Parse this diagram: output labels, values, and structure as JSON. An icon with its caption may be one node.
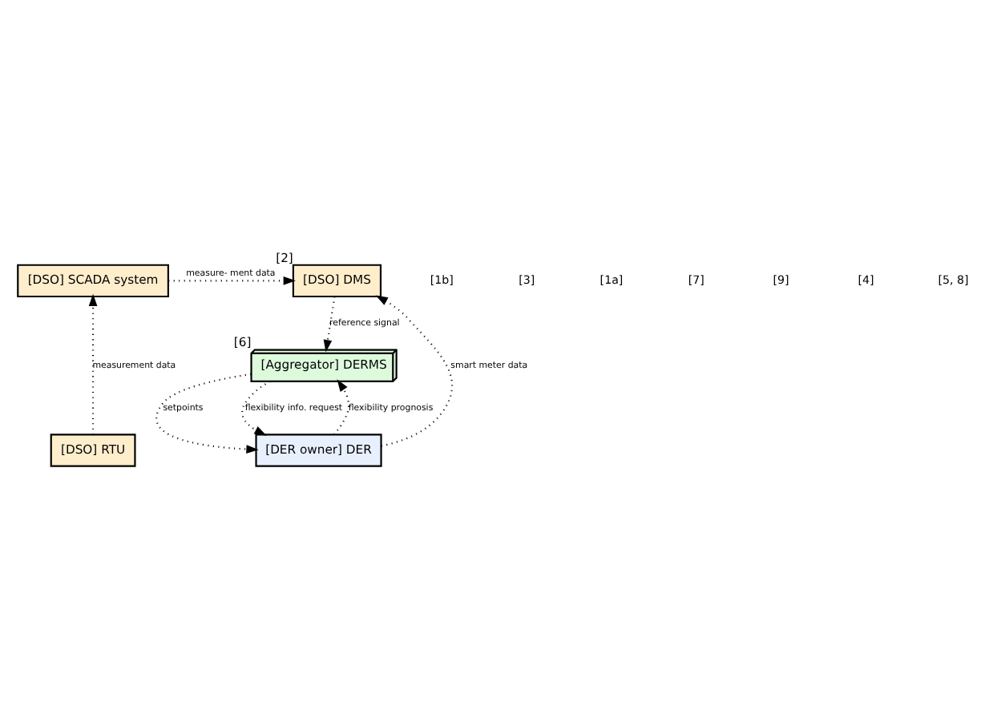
{
  "diagram": {
    "nodes": [
      {
        "text": [
          "[DSO] SCADA system"
        ]
      },
      {
        "text": [
          "[DSO] DMS"
        ],
        "beside": [
          "[2]"
        ]
      },
      {
        "text": [
          "[Aggregator] DERMS"
        ],
        "beside": [
          "[6]"
        ]
      },
      {
        "text": [
          "[DSO] RTU"
        ]
      },
      {
        "text": [
          "[DER owner] DER"
        ]
      }
    ],
    "edges": [
      {
        "from": 3,
        "to": 0,
        "arrow": "to",
        "label": "measurement data"
      },
      {
        "from": 0,
        "to": 1,
        "arrow": "to",
        "label": "measure- ment data"
      },
      {
        "from": 1,
        "to": 2,
        "arrow": "to",
        "label": "reference signal"
      },
      {
        "from": 2,
        "to": 4,
        "arrow": "to",
        "label": "setpoints"
      },
      {
        "from": 2,
        "to": 4,
        "arrow": "to",
        "label": "flexibility info. request"
      },
      {
        "from": 4,
        "to": 2,
        "arrow": "to",
        "label": "flexibility prognosis"
      },
      {
        "from": 4,
        "to": 1,
        "arrow": "to",
        "label": "smart meter data"
      }
    ],
    "labels": [
      "[1b]",
      "[3]",
      "[1a]",
      "[7]",
      "[9]",
      "[4]",
      "[5, 8]"
    ]
  }
}
